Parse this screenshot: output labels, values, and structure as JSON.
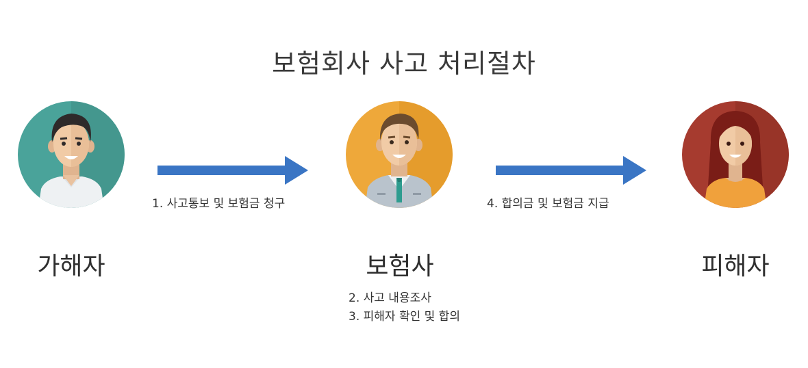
{
  "title": "보험회사 사고 처리절차",
  "parties": [
    {
      "label": "가해자",
      "icon": "man-icon",
      "color": "#4aa39a"
    },
    {
      "label": "보험사",
      "icon": "businessman-icon",
      "color": "#eea83a"
    },
    {
      "label": "피해자",
      "icon": "woman-icon",
      "color": "#a63b2f"
    }
  ],
  "arrows": [
    {
      "label": "1. 사고통보 및 보험금 청구"
    },
    {
      "label": "4. 합의금 및 보험금 지급"
    }
  ],
  "steps": [
    "2. 사고 내용조사",
    "3. 피해자 확인 및 합의"
  ],
  "colors": {
    "arrow": "#3a75c4"
  }
}
